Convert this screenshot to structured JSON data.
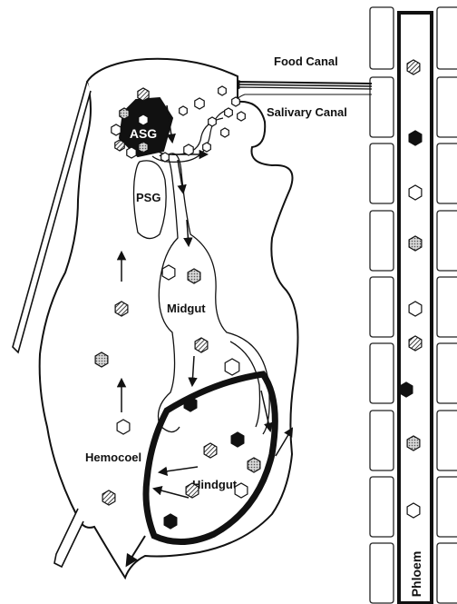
{
  "labels": {
    "food_canal": "Food Canal",
    "salivary_canal": "Salivary Canal",
    "asg": "ASG",
    "psg": "PSG",
    "midgut": "Midgut",
    "hemocoel": "Hemocoel",
    "hindgut": "Hindgut",
    "phloem": "Phloem"
  },
  "particle_types": [
    "black-hexagon",
    "white-hexagon",
    "dotted-hexagon",
    "hatched-hexagon"
  ],
  "colors": {
    "ink": "#111111",
    "dotted_fill": "#b8b8b8",
    "background": "#ffffff"
  }
}
